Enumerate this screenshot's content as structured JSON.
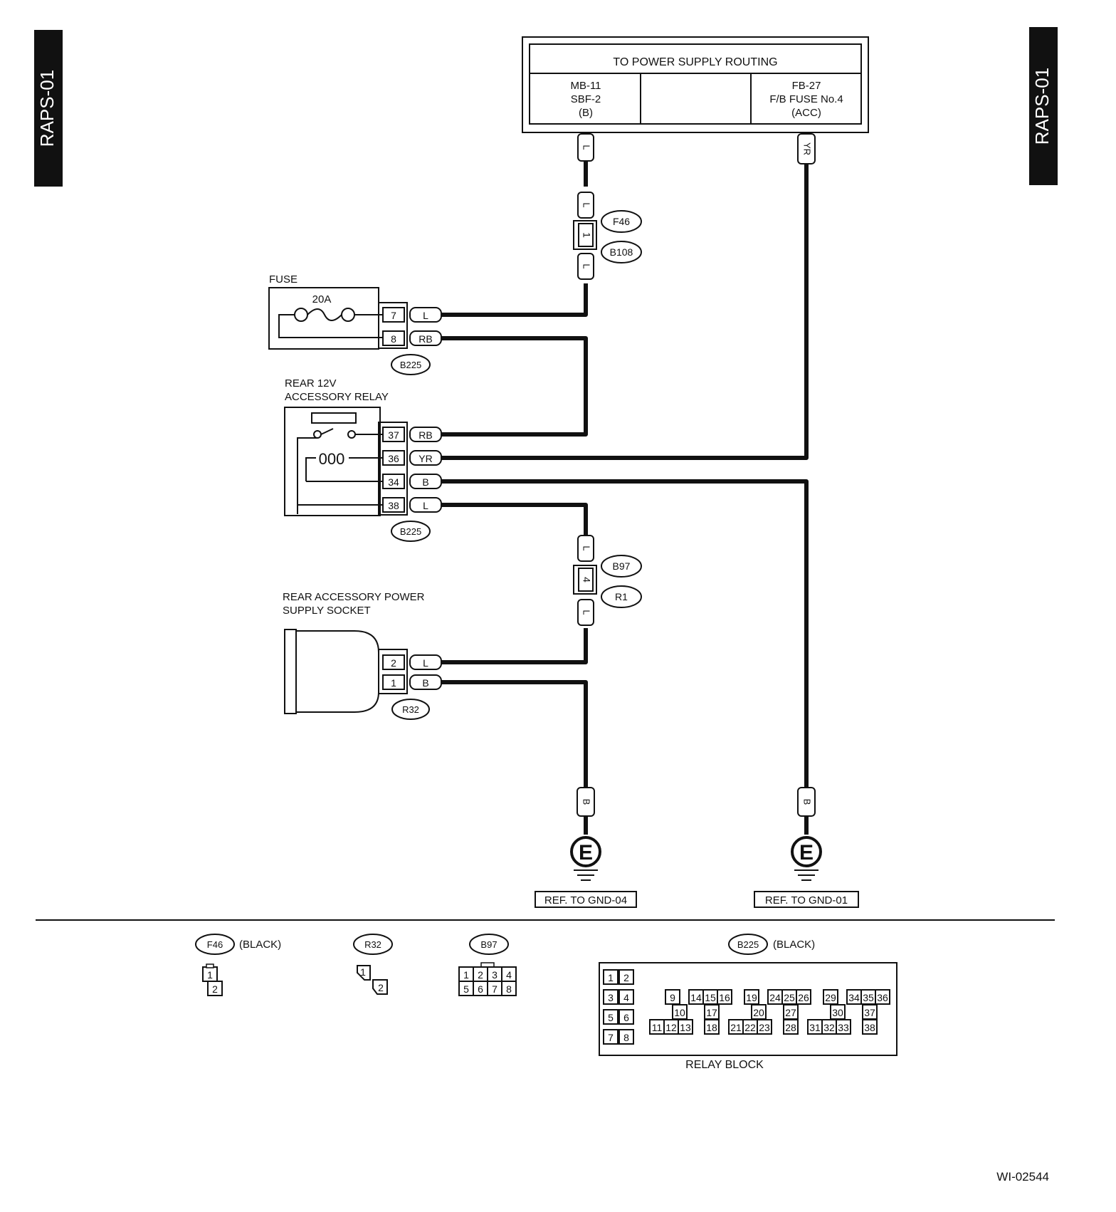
{
  "page": {
    "tab_left": "RAPS-01",
    "tab_right": "RAPS-01",
    "figure_id": "WI-02544"
  },
  "power_supply": {
    "title": "TO POWER SUPPLY ROUTING",
    "left_lines": [
      "MB-11",
      "SBF-2",
      "(B)"
    ],
    "right_lines": [
      "FB-27",
      "F/B FUSE No.4",
      "(ACC)"
    ]
  },
  "wires": {
    "L": "L",
    "YR": "YR",
    "RB": "RB",
    "B": "B"
  },
  "inline_connectors": {
    "top": {
      "pin": "1",
      "tag_upper": "F46",
      "tag_lower": "B108"
    },
    "mid": {
      "pin": "4",
      "tag_upper": "B97",
      "tag_lower": "R1"
    }
  },
  "fuse": {
    "title": "FUSE",
    "rating": "20A",
    "connector": "B225",
    "pins": [
      {
        "num": "7",
        "wire": "L"
      },
      {
        "num": "8",
        "wire": "RB"
      }
    ]
  },
  "relay": {
    "title_line1": "REAR 12V",
    "title_line2": "ACCESSORY RELAY",
    "coil_label": "000",
    "connector": "B225",
    "pins": [
      {
        "num": "37",
        "wire": "RB"
      },
      {
        "num": "36",
        "wire": "YR"
      },
      {
        "num": "34",
        "wire": "B"
      },
      {
        "num": "38",
        "wire": "L"
      }
    ]
  },
  "socket": {
    "title_line1": "REAR ACCESSORY POWER",
    "title_line2": "SUPPLY SOCKET",
    "connector": "R32",
    "pins": [
      {
        "num": "2",
        "wire": "L"
      },
      {
        "num": "1",
        "wire": "B"
      }
    ]
  },
  "grounds": {
    "left": {
      "symbol": "E",
      "ref": "REF. TO GND-04"
    },
    "right": {
      "symbol": "E",
      "ref": "REF. TO GND-01"
    }
  },
  "connector_views": {
    "f46": {
      "tag": "F46",
      "color": "(BLACK)",
      "pins": [
        "1",
        "2"
      ]
    },
    "r32": {
      "tag": "R32",
      "pins": [
        "1",
        "2"
      ]
    },
    "b97": {
      "tag": "B97",
      "pins": [
        "1",
        "2",
        "3",
        "4",
        "5",
        "6",
        "7",
        "8"
      ]
    },
    "b225": {
      "tag": "B225",
      "color": "(BLACK)",
      "caption": "RELAY BLOCK",
      "pins": [
        "1",
        "2",
        "3",
        "4",
        "5",
        "6",
        "7",
        "8",
        "9",
        "10",
        "11",
        "12",
        "13",
        "14",
        "15",
        "16",
        "17",
        "18",
        "19",
        "20",
        "21",
        "22",
        "23",
        "24",
        "25",
        "26",
        "27",
        "28",
        "29",
        "30",
        "31",
        "32",
        "33",
        "34",
        "35",
        "36",
        "37",
        "38"
      ]
    }
  }
}
